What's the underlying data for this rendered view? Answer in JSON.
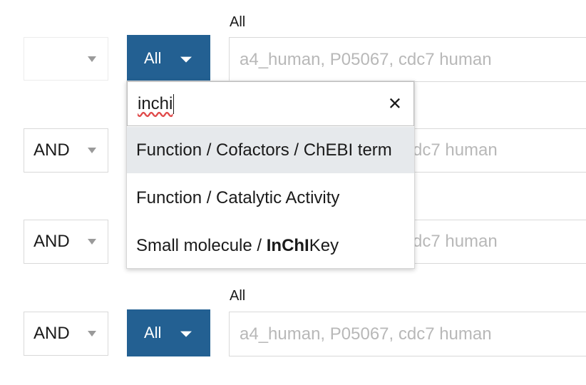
{
  "rows": [
    {
      "operator": "",
      "field": "All",
      "label": "All",
      "placeholder": "a4_human, P05067, cdc7 human"
    },
    {
      "operator": "AND",
      "placeholder_visible": "dc7 human"
    },
    {
      "operator": "AND",
      "placeholder_visible": "dc7 human"
    },
    {
      "operator": "AND",
      "field": "All",
      "label": "All",
      "placeholder": "a4_human, P05067, cdc7 human"
    }
  ],
  "dropdown": {
    "search_value": "inchi",
    "clear_symbol": "✕",
    "options": [
      {
        "label": "Function / Cofactors / ChEBI term",
        "highlighted": true
      },
      {
        "label": "Function / Catalytic Activity",
        "highlighted": false
      },
      {
        "label_prefix": "Small molecule / ",
        "label_match": "InChI",
        "label_suffix": "Key",
        "highlighted": false
      }
    ]
  },
  "colors": {
    "field_button": "#236092",
    "highlight": "#e6e9ec"
  }
}
